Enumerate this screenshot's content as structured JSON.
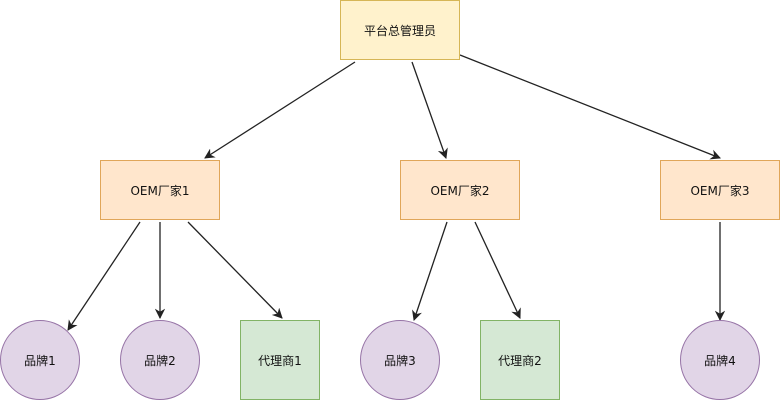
{
  "colors": {
    "root_fill": "#fff2cc",
    "root_stroke": "#d6b656",
    "oem_fill": "#ffe6cc",
    "oem_stroke": "#e0a65a",
    "brand_fill": "#e1d5e7",
    "brand_stroke": "#9673a6",
    "agent_fill": "#d5e8d4",
    "agent_stroke": "#82b366",
    "edge": "#222222"
  },
  "nodes": {
    "root": {
      "label": "平台总管理员"
    },
    "oem1": {
      "label": "OEM厂家1"
    },
    "oem2": {
      "label": "OEM厂家2"
    },
    "oem3": {
      "label": "OEM厂家3"
    },
    "brand1": {
      "label": "品牌1"
    },
    "brand2": {
      "label": "品牌2"
    },
    "agent1": {
      "label": "代理商1"
    },
    "brand3": {
      "label": "品牌3"
    },
    "agent2": {
      "label": "代理商2"
    },
    "brand4": {
      "label": "品牌4"
    }
  },
  "edges": [
    [
      "root",
      "oem1"
    ],
    [
      "root",
      "oem2"
    ],
    [
      "root",
      "oem3"
    ],
    [
      "oem1",
      "brand1"
    ],
    [
      "oem1",
      "brand2"
    ],
    [
      "oem1",
      "agent1"
    ],
    [
      "oem2",
      "brand3"
    ],
    [
      "oem2",
      "agent2"
    ],
    [
      "oem3",
      "brand4"
    ]
  ]
}
